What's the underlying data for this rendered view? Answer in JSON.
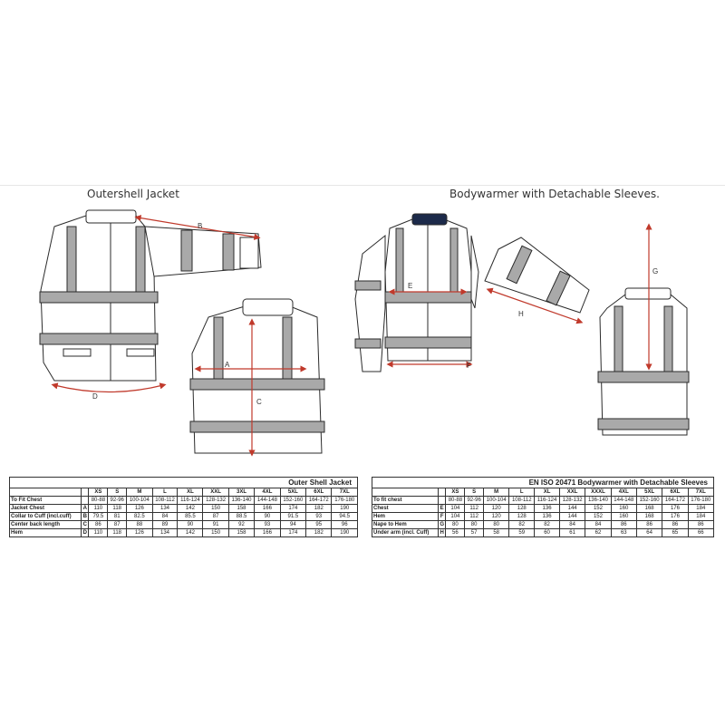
{
  "captions": {
    "left": "Outershell Jacket",
    "right": "Bodywarmer with Detachable Sleeves."
  },
  "labels": {
    "A": "A",
    "B": "B",
    "C": "C",
    "D": "D",
    "E": "E",
    "F": "F",
    "G": "G",
    "H": "H"
  },
  "colors": {
    "reflective": "#a9a9a9",
    "dimension": "#c0392b",
    "outline": "#2b2b2b",
    "collar_dark": "#1c2a4a"
  },
  "table1": {
    "title": "Outer Shell Jacket",
    "sizes": [
      "XS",
      "S",
      "M",
      "L",
      "XL",
      "XXL",
      "3XL",
      "4XL",
      "5XL",
      "6XL",
      "7XL"
    ],
    "rows": [
      {
        "label": "To Fit Chest",
        "code": "",
        "values": [
          "80-88",
          "92-96",
          "100-104",
          "108-112",
          "116-124",
          "128-132",
          "136-140",
          "144-148",
          "152-160",
          "164-172",
          "176-180"
        ]
      },
      {
        "label": "Jacket Chest",
        "code": "A",
        "values": [
          "110",
          "118",
          "126",
          "134",
          "142",
          "150",
          "158",
          "166",
          "174",
          "182",
          "190"
        ]
      },
      {
        "label": "Collar to Cuff (incl.cuff)",
        "code": "B",
        "values": [
          "79.5",
          "81",
          "82.5",
          "84",
          "85.5",
          "87",
          "88.5",
          "90",
          "91.5",
          "93",
          "94.5"
        ]
      },
      {
        "label": "Center back length",
        "code": "C",
        "values": [
          "86",
          "87",
          "88",
          "89",
          "90",
          "91",
          "92",
          "93",
          "94",
          "95",
          "96"
        ]
      },
      {
        "label": "Hem",
        "code": "D",
        "values": [
          "110",
          "118",
          "126",
          "134",
          "142",
          "150",
          "158",
          "166",
          "174",
          "182",
          "190"
        ]
      }
    ]
  },
  "table2": {
    "title": "EN ISO 20471 Bodywarmer with Detachable Sleeves",
    "sizes": [
      "XS",
      "S",
      "M",
      "L",
      "XL",
      "XXL",
      "XXXL",
      "4XL",
      "5XL",
      "6XL",
      "7XL"
    ],
    "rows": [
      {
        "label": "To fit chest",
        "code": "",
        "values": [
          "80-88",
          "92-96",
          "100-104",
          "108-112",
          "116-124",
          "128-132",
          "136-140",
          "144-148",
          "152-160",
          "164-172",
          "176-180"
        ]
      },
      {
        "label": "Chest",
        "code": "E",
        "values": [
          "104",
          "112",
          "120",
          "128",
          "136",
          "144",
          "152",
          "160",
          "168",
          "176",
          "184"
        ]
      },
      {
        "label": "Hem",
        "code": "F",
        "values": [
          "104",
          "112",
          "120",
          "128",
          "136",
          "144",
          "152",
          "160",
          "168",
          "176",
          "184"
        ]
      },
      {
        "label": "Nape to Hem",
        "code": "G",
        "values": [
          "80",
          "80",
          "80",
          "82",
          "82",
          "84",
          "84",
          "86",
          "86",
          "86",
          "86"
        ]
      },
      {
        "label": "Under arm (incl. Cuff)",
        "code": "H",
        "values": [
          "56",
          "57",
          "58",
          "59",
          "60",
          "61",
          "62",
          "63",
          "64",
          "65",
          "66"
        ]
      }
    ]
  }
}
